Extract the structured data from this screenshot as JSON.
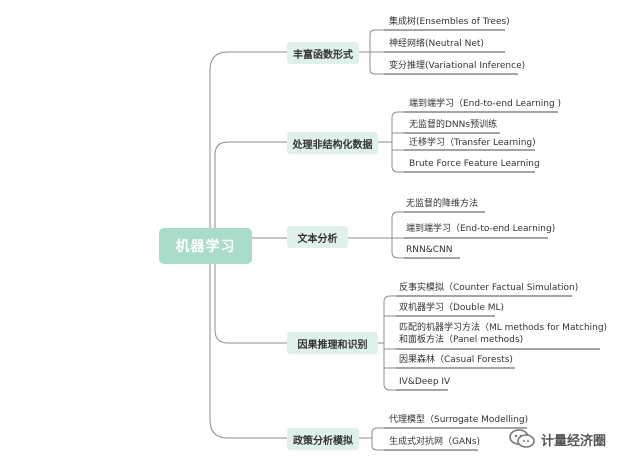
{
  "root": {
    "label": "机器学习"
  },
  "branches": [
    {
      "label": "丰富函数形式",
      "items": [
        "集成树(Ensembles of Trees)",
        "神经网络(Neutral Net)",
        "变分推理(Variational Inference)"
      ]
    },
    {
      "label": "处理非结构化数据",
      "items": [
        "端到端学习（End-to-end Learning )",
        "无监督的DNNs预训练",
        "迁移学习（Transfer Learning)",
        "Brute Force Feature Learning"
      ]
    },
    {
      "label": "文本分析",
      "items": [
        "无监督的降维方法",
        "端到端学习（End-to-end Learning)",
        "RNN&CNN"
      ]
    },
    {
      "label": "因果推理和识别",
      "items": [
        "反事实模拟（Counter Factual Simulation)",
        "双机器学习（Double ML)",
        "匹配的机器学习方法（ML methods for Matching)",
        "和面板方法（Panel methods)",
        "因果森林（Casual Forests)",
        "IV&Deep IV"
      ]
    },
    {
      "label": "政策分析模拟",
      "items": [
        "代理模型（Surrogate Modelling)",
        "生成式对抗网（GANs)"
      ]
    }
  ],
  "watermark": {
    "text": "计量经济圈",
    "icon": "wechat-icon"
  },
  "colors": {
    "root_fill": "#a9dcc9",
    "branch_fill": "#dff1ea",
    "line": "#8c8c8c",
    "leaf_underline": "#4a4a4a"
  }
}
